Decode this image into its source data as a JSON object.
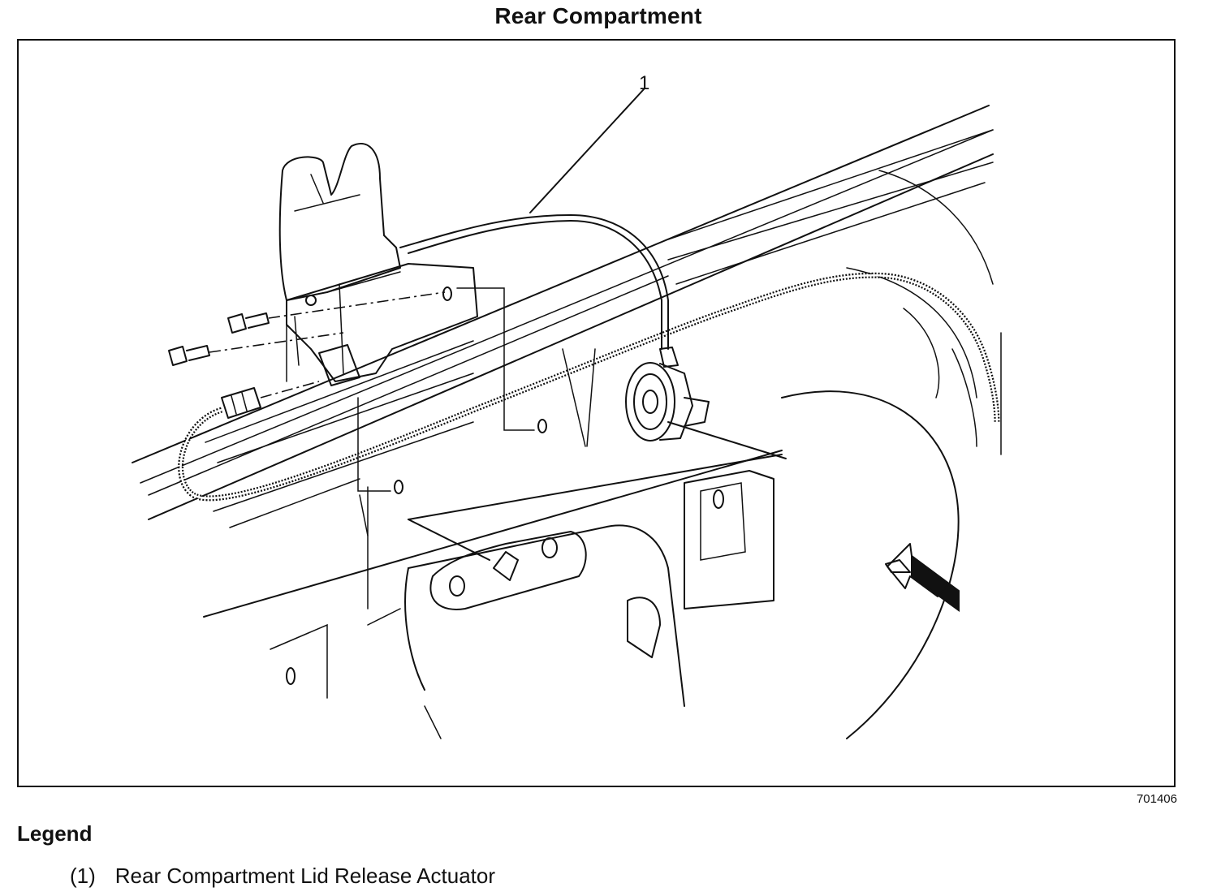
{
  "title": "Rear Compartment",
  "figure": {
    "number": "701406",
    "callouts": [
      {
        "id": "1",
        "text": "1"
      }
    ]
  },
  "legend": {
    "heading": "Legend",
    "items": [
      {
        "number": "(1)",
        "label": "Rear Compartment Lid Release Actuator"
      }
    ]
  },
  "icons": [
    "direction-arrow-icon"
  ]
}
